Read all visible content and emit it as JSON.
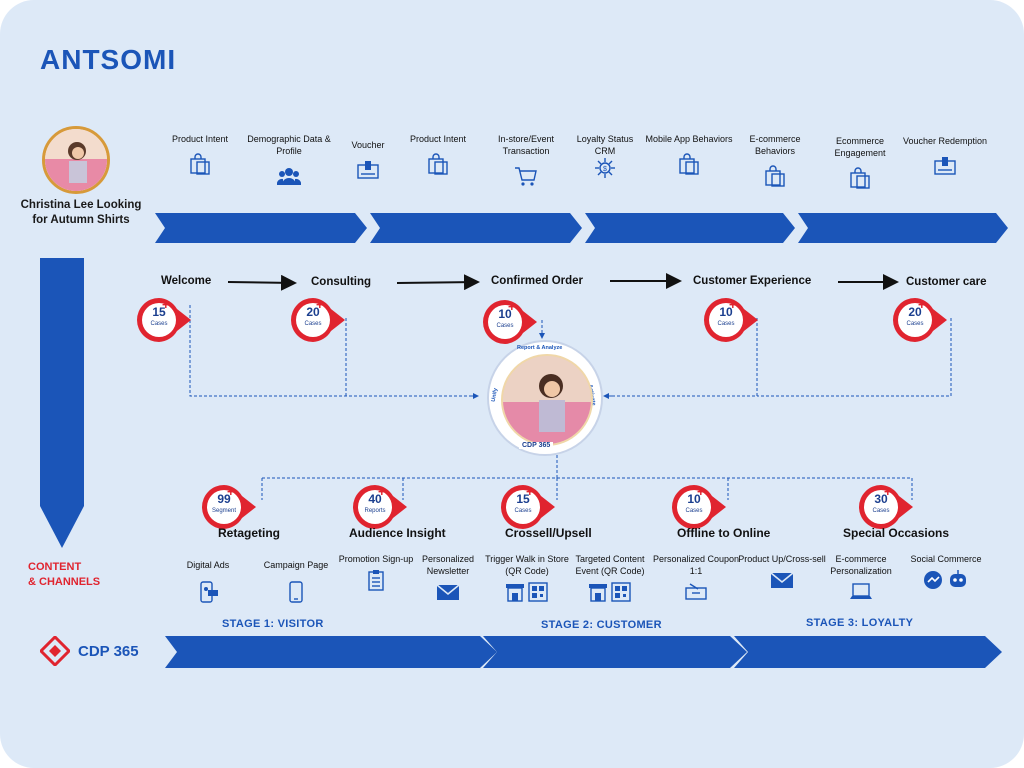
{
  "brand": {
    "logo": "ANTSOMI"
  },
  "persona": {
    "name": "Christina Lee Looking for Autumn Shirts"
  },
  "data_points": [
    {
      "label": "Product Intent",
      "icon": "shopping-bag-icon"
    },
    {
      "label": "Demographic Data & Profile",
      "icon": "users-icon"
    },
    {
      "label": "Voucher",
      "icon": "voucher-icon"
    },
    {
      "label": "Product Intent",
      "icon": "shopping-bag-icon"
    },
    {
      "label": "In-store/Event Transaction",
      "icon": "cart-icon"
    },
    {
      "label": "Loyalty Status",
      "sub": "CRM",
      "icon": "crm-network-icon"
    },
    {
      "label": "Mobile App Behaviors",
      "icon": "shopping-bag-icon"
    },
    {
      "label": "E-commerce Behaviors",
      "icon": "shopping-bag-icon"
    },
    {
      "label": "Ecommerce Engagement",
      "icon": "shopping-bag-icon"
    },
    {
      "label": "Voucher Redemption",
      "icon": "voucher-icon"
    }
  ],
  "journey": [
    {
      "label": "Welcome",
      "count": "15",
      "unit": "Cases"
    },
    {
      "label": "Consulting",
      "count": "20",
      "unit": "Cases"
    },
    {
      "label": "Confirmed Order",
      "count": "10",
      "unit": "Cases"
    },
    {
      "label": "Customer Experience",
      "count": "10",
      "unit": "Cases"
    },
    {
      "label": "Customer care",
      "count": "20",
      "unit": "Cases"
    }
  ],
  "hub": {
    "top": "Report & Analyze",
    "left": "Unify",
    "right": "Activate",
    "name": "CDP 365"
  },
  "tactics": [
    {
      "label": "Retageting",
      "count": "99",
      "unit": "Segment"
    },
    {
      "label": "Audience Insight",
      "count": "40",
      "unit": "Reports"
    },
    {
      "label": "Crossell/Upsell",
      "count": "15",
      "unit": "Cases"
    },
    {
      "label": "Offline to Online",
      "count": "10",
      "unit": "Cases"
    },
    {
      "label": "Special Occasions",
      "count": "30",
      "unit": "Cases"
    }
  ],
  "content_channels_label": [
    "CONTENT",
    "& CHANNELS"
  ],
  "channels": [
    {
      "label": "Digital Ads",
      "icon": "mobile-ads-icon"
    },
    {
      "label": "Campaign Page",
      "icon": "smartphone-icon"
    },
    {
      "label": "Promotion Sign-up",
      "icon": "clipboard-icon"
    },
    {
      "label": "Personalized Newsletter",
      "icon": "email-icon"
    },
    {
      "label": "Trigger Walk in Store (QR Code)",
      "icon": "store-qr-icon"
    },
    {
      "label": "Targeted Content Event (QR Code)",
      "icon": "store-qr-icon"
    },
    {
      "label": "Personalized Coupon 1:1",
      "icon": "coupon-icon"
    },
    {
      "label": "Product Up/Cross-sell",
      "icon": "email-icon"
    },
    {
      "label": "E-commerce Personalization",
      "icon": "laptop-icon"
    },
    {
      "label": "Social Commerce",
      "icon": "messenger-bot-icon"
    }
  ],
  "stages": [
    "STAGE 1: VISITOR",
    "STAGE 2: CUSTOMER",
    "STAGE 3: LOYALTY"
  ],
  "cdp_brand": "CDP 365",
  "colors": {
    "primary": "#1b55b8",
    "accent": "#e0242f",
    "background": "#dde9f7"
  }
}
